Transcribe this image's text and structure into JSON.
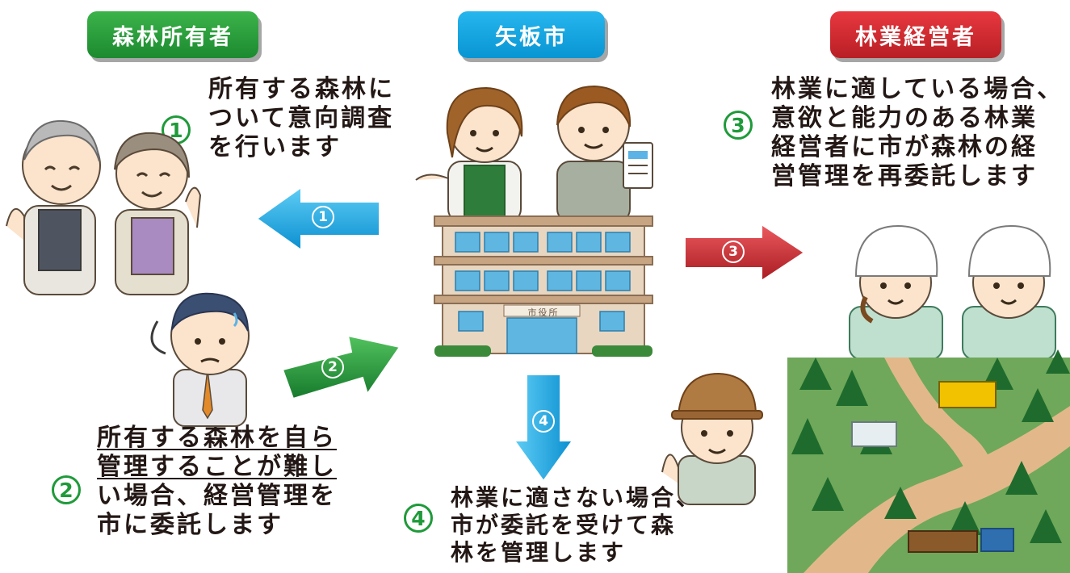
{
  "headers": {
    "owner": "森林所有者",
    "city": "矢板市",
    "forester": "林業経営者"
  },
  "steps": {
    "s1": {
      "num": "1",
      "lines": [
        "所有する森林に",
        "ついて意向調査",
        "を行います"
      ],
      "arrow_num": "1"
    },
    "s2": {
      "num": "2",
      "lines": [
        "所有する森林を自ら",
        "管理することが難し",
        "い場合、経営管理を",
        "市に委託します"
      ],
      "arrow_num": "2"
    },
    "s3": {
      "num": "3",
      "lines": [
        "林業に適している場合、",
        "意欲と能力のある林業",
        "経営者に市が森林の経",
        "営管理を再委託します"
      ],
      "arrow_num": "3"
    },
    "s4": {
      "num": "4",
      "lines": [
        "林業に適さない場合、",
        "市が委託を受けて森",
        "林を管理します"
      ],
      "arrow_num": "4"
    }
  },
  "building_sign": "市役所",
  "colors": {
    "green": "#1f9a3a",
    "blue": "#0895d3",
    "red": "#c8272d"
  }
}
